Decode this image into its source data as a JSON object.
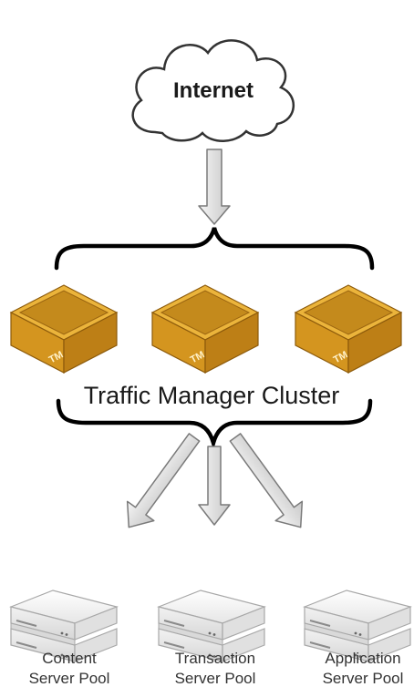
{
  "cloud": {
    "label": "Internet"
  },
  "cluster": {
    "label": "Traffic Manager Cluster",
    "box_badge": "TM",
    "box_count": 3
  },
  "pools": [
    {
      "line1": "Content",
      "line2": "Server Pool"
    },
    {
      "line1": "Transaction",
      "line2": "Server Pool"
    },
    {
      "line1": "Application",
      "line2": "Server Pool"
    }
  ],
  "colors": {
    "box_top": "#ebb43b",
    "box_front": "#d4951f",
    "box_side": "#bd7f16",
    "box_inner": "#c48a1c",
    "box_stroke": "#8c5a0b",
    "arrow_fill": "#e8e8e8",
    "arrow_stroke": "#7a7a7a",
    "brace": "#000000",
    "server_body": "#f4f4f4",
    "server_stroke": "#a8a8a8"
  }
}
